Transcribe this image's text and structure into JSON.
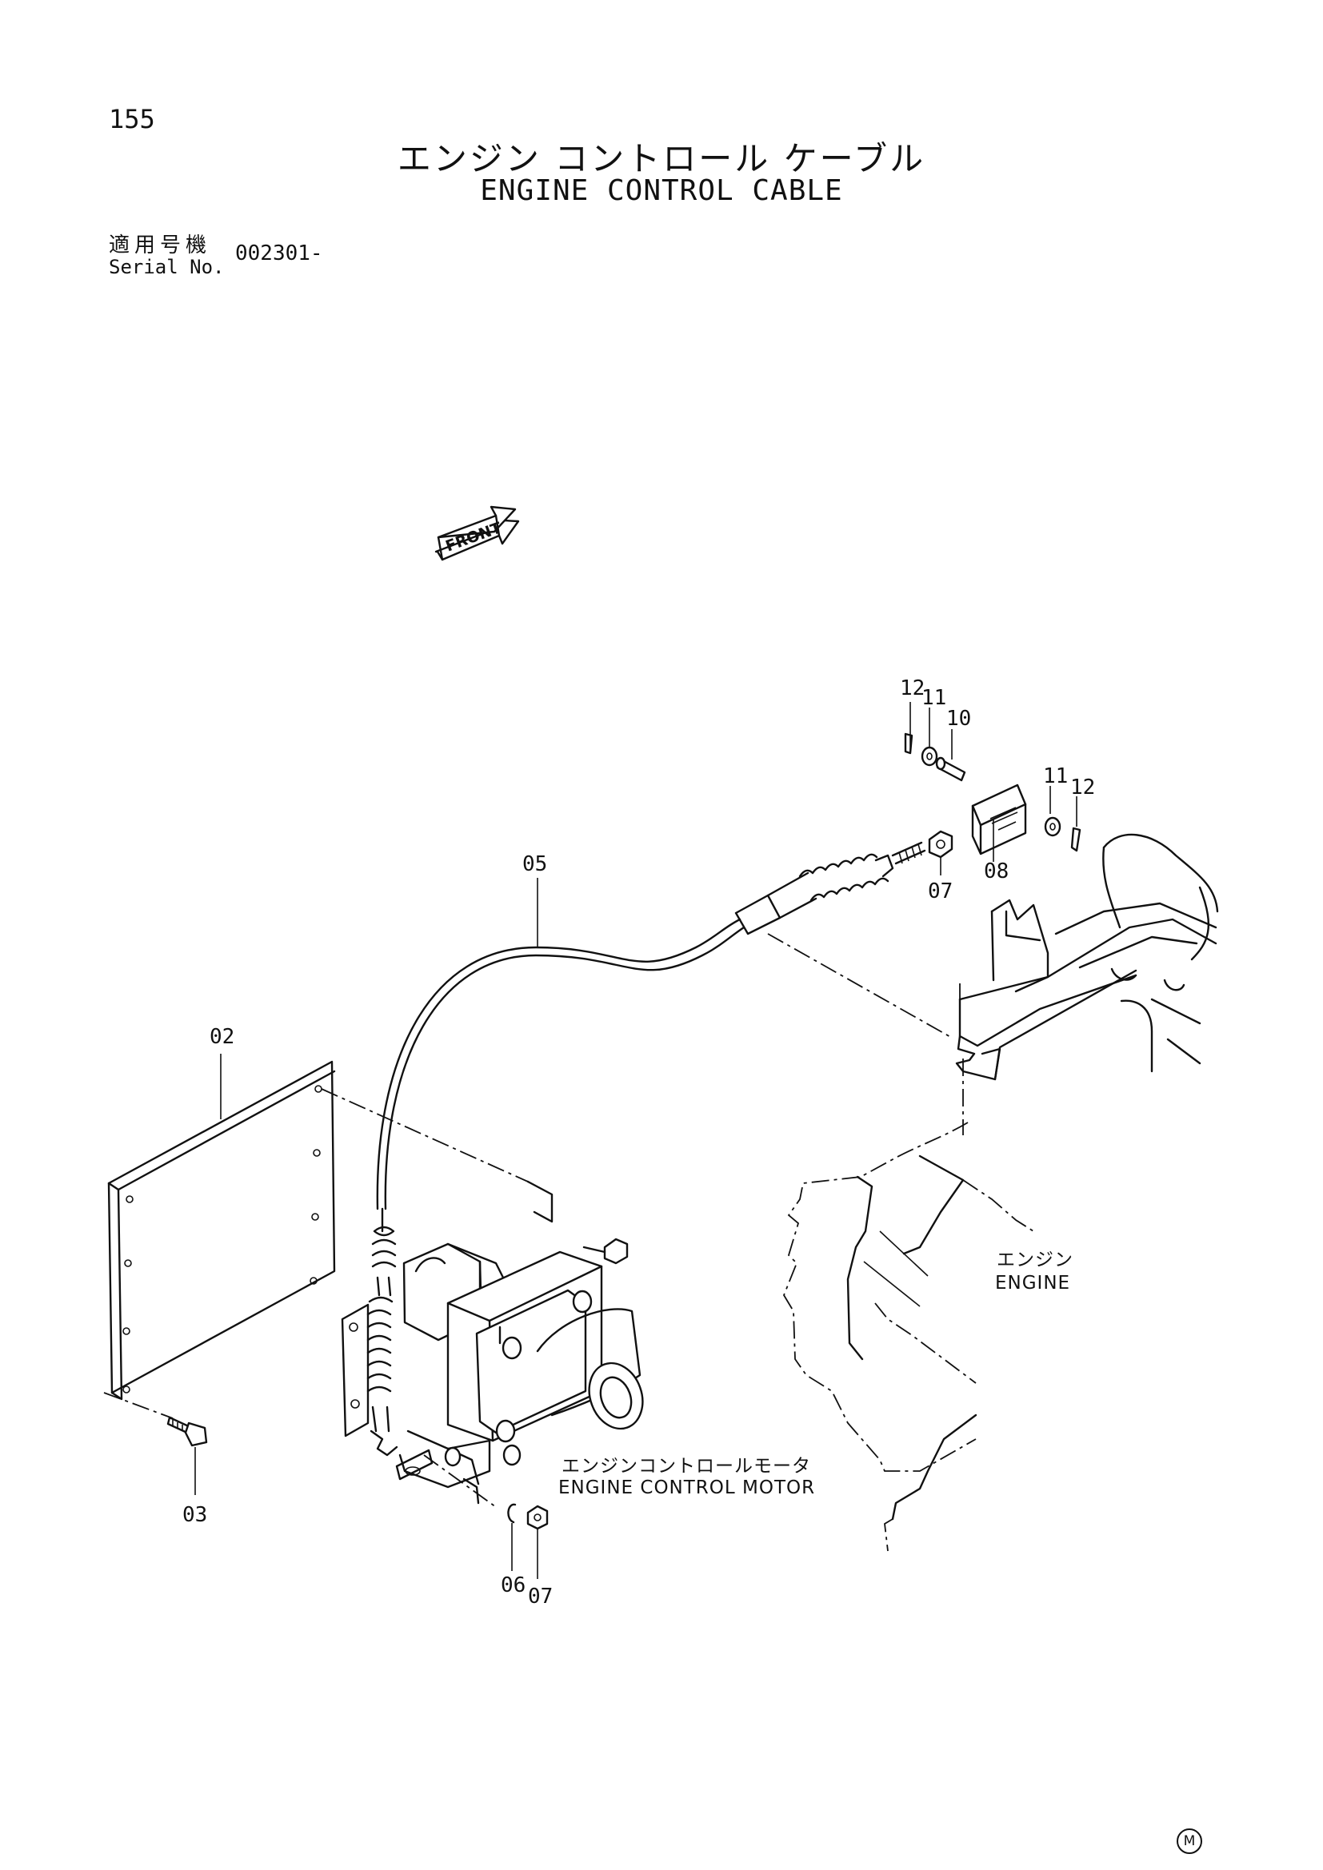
{
  "header": {
    "page_number": "155",
    "title_ja": "エンジン コントロール ケーブル",
    "title_en": "ENGINE CONTROL CABLE",
    "serial_label_ja": "適用号機",
    "serial_label_en": "Serial No.",
    "serial_value": "002301-"
  },
  "diagram": {
    "front_label": "FRONT",
    "callouts": [
      "12",
      "11",
      "10",
      "11",
      "12",
      "07",
      "08",
      "05",
      "02",
      "03",
      "06",
      "07"
    ],
    "engine_label_ja": "エンジン",
    "engine_label_en": "ENGINE",
    "motor_label_ja": "エンジンコントロールモータ",
    "motor_label_en": "ENGINE CONTROL MOTOR",
    "footer_mark": "M"
  }
}
